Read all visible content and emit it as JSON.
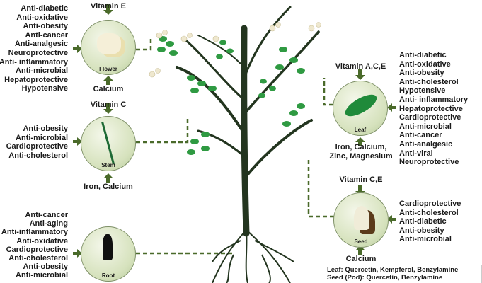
{
  "flower": {
    "name": "Flower",
    "top": "Vitamin E",
    "bottom": "Calcium",
    "effects": [
      "Anti-diabetic",
      "Anti-oxidative",
      "Anti-obesity",
      "Anti-cancer",
      "Anti-analgesic",
      "Neuroprotective",
      "Anti- inflammatory",
      "Anti-microbial",
      "Hepatoprotective",
      "Hypotensive"
    ]
  },
  "stem": {
    "name": "Stem",
    "top": "Vitamin C",
    "bottom": "Iron, Calcium",
    "effects": [
      "Anti-obesity",
      "Anti-microbial",
      "Cardioprotective",
      "Anti-cholesterol"
    ]
  },
  "root": {
    "name": "Root",
    "effects": [
      "Anti-cancer",
      "Anti-aging",
      "Anti-inflammatory",
      "Anti-oxidative",
      "Cardioprotective",
      "Anti-cholesterol",
      "Anti-obesity",
      "Anti-microbial"
    ]
  },
  "leaf": {
    "name": "Leaf",
    "top": "Vitamin A,C,E",
    "bottom_1": "Iron, Calcium,",
    "bottom_2": "Zinc, Magnesium",
    "effects": [
      "Anti-diabetic",
      "Anti-oxidative",
      "Anti-obesity",
      "Anti-cholesterol",
      "Hypotensive",
      "Anti- inflammatory",
      "Hepatoprotective",
      "Cardioprotective",
      "Anti-microbial",
      "Anti-cancer",
      "Anti-analgesic",
      "Anti-viral",
      "Neuroprotective"
    ]
  },
  "seed": {
    "name": "Seed",
    "top": "Vitamin C,E",
    "bottom": "Calcium",
    "effects": [
      "Cardioprotective",
      "Anti-cholesterol",
      "Anti-diabetic",
      "Anti-obesity",
      "Anti-microbial"
    ]
  },
  "legend": {
    "line1": "Leaf: Quercetin, Kempferol, Benzylamine",
    "line2": "Seed (Pod): Quercetin, Benzylamine"
  },
  "colors": {
    "green": "#2e5a2a",
    "leaf": "#1f8a3a",
    "dash": "#4a6a2a"
  }
}
